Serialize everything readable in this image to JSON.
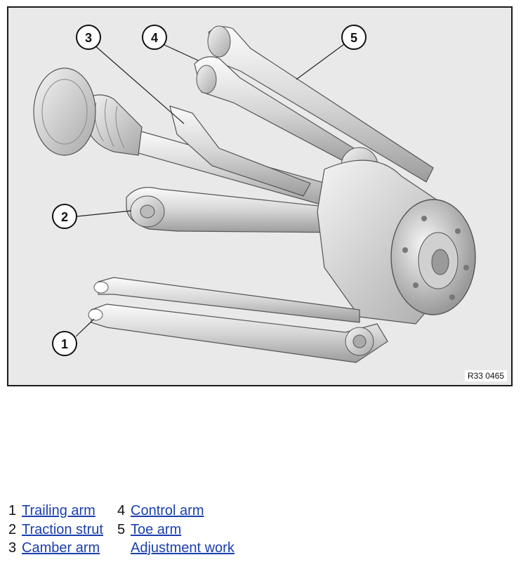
{
  "figure": {
    "code": "R33 0465",
    "callouts": [
      "1",
      "2",
      "3",
      "4",
      "5"
    ]
  },
  "legend": {
    "left": [
      {
        "num": "1",
        "label": "Trailing arm"
      },
      {
        "num": "2",
        "label": "Traction strut"
      },
      {
        "num": "3",
        "label": "Camber arm"
      }
    ],
    "right": [
      {
        "num": "4",
        "label": "Control arm"
      },
      {
        "num": "5",
        "label": "Toe arm"
      },
      {
        "num": "",
        "label": "Adjustment work"
      }
    ]
  }
}
